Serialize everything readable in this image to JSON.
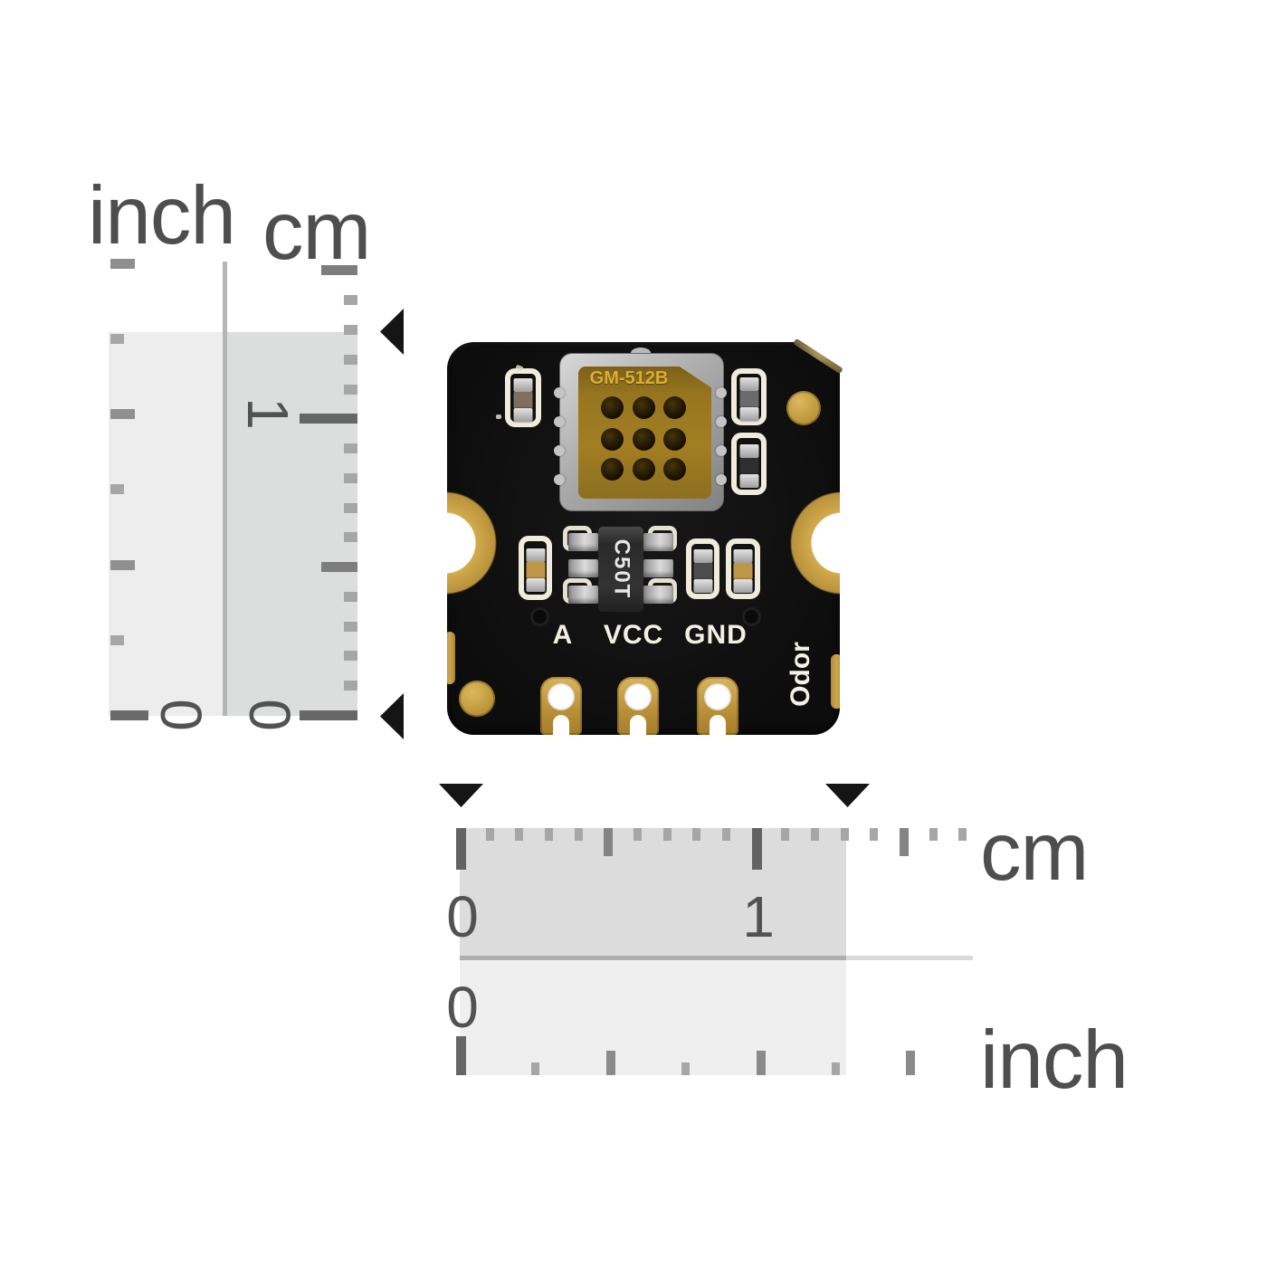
{
  "photo": {
    "description": "Odor gas sensor breakout PCB photographed with cm and inch scale rulers",
    "background_color": "#ffffff"
  },
  "left_ruler": {
    "unit_labels": {
      "inch": "inch",
      "cm": "cm"
    },
    "inch_scale": {
      "zero": "0"
    },
    "cm_scale": {
      "zero": "0",
      "one": "1"
    }
  },
  "bottom_ruler": {
    "unit_labels": {
      "cm": "cm",
      "inch": "inch"
    },
    "cm_scale": {
      "zero": "0",
      "one": "1"
    },
    "inch_scale": {
      "zero": "0"
    }
  },
  "markers": {
    "left_arrows": "board top and bottom edges",
    "bottom_arrows": "board left and right edges",
    "indicated_board_size_cm": 1.3
  },
  "ticks": {
    "v_inch": {
      "count": 7,
      "step": 83.2,
      "majorAt0": true,
      "midEvery": 2
    },
    "v_cm": {
      "count": 16,
      "step": 32.77,
      "majorEvery": 10,
      "midEvery": 5
    },
    "h_cm": {
      "count": 18,
      "step": 32.66,
      "majorEvery": 10,
      "midEvery": 5
    },
    "h_inch": {
      "count": 7,
      "step": 82.9,
      "majorAt0": true,
      "midEvery": 2
    }
  },
  "board": {
    "sensor": {
      "marking": "GM-512B"
    },
    "transistor": {
      "marking": "C50T"
    },
    "silkscreen_pin_labels": [
      "A",
      "VCC",
      "GND"
    ],
    "brand_text": "Odor",
    "colors": {
      "pcb": "#101010",
      "gold_pad": "#c49e43",
      "silkscreen": "#f0ecdc",
      "sensor_top_gold": "#9a7820",
      "metal_can": "#b5b5b5",
      "transistor_body": "#2e2e2e"
    }
  }
}
